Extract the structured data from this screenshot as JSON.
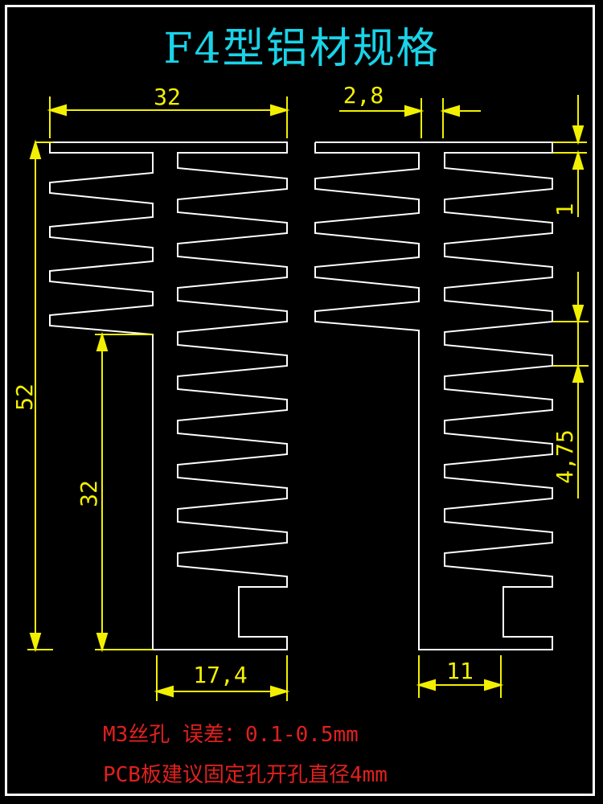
{
  "title": "F4型铝材规格",
  "dimensions": {
    "overall_width": "32",
    "fin_thickness": "2,8",
    "overall_height": "52",
    "base_height": "32",
    "base_width": "17,4",
    "slot_width": "11",
    "small_gap": "1",
    "fin_pitch": "4,75"
  },
  "notes": {
    "line1": "M3丝孔 误差：0.1-0.5mm",
    "line2": "PCB板建议固定孔开孔直径4mm"
  },
  "colors": {
    "background": "#000000",
    "outline": "#ffffff",
    "dimension": "#f2f000",
    "title": "#19d3e8",
    "note": "#e0201e"
  }
}
